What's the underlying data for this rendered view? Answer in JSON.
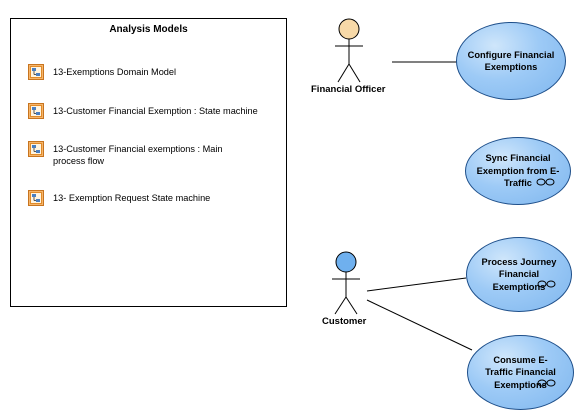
{
  "analysis_models": {
    "title": "Analysis Models",
    "items": [
      {
        "label": "13-Exemptions Domain Model",
        "icon": "diagram-icon"
      },
      {
        "label": "13-Customer Financial Exemption : State machine",
        "icon": "diagram-icon"
      },
      {
        "label": "13-Customer Financial exemptions : Main process flow",
        "icon": "diagram-icon"
      },
      {
        "label": "13- Exemption Request State machine",
        "icon": "diagram-icon"
      }
    ]
  },
  "actors": {
    "financial_officer": {
      "label": "Financial Officer",
      "head_color": "#f7d9a8"
    },
    "customer": {
      "label": "Customer",
      "head_color": "#6fb0ee"
    }
  },
  "use_cases": {
    "configure": {
      "label": "Configure Financial Exemptions"
    },
    "sync": {
      "label": "Sync Financial Exemption from E-Traffic",
      "has_link_icon": true
    },
    "process": {
      "label": "Process Journey Financial Exemptions",
      "has_link_icon": true
    },
    "consume": {
      "label": "Consume E-Traffic Financial Exemptions",
      "has_link_icon": true
    }
  },
  "colors": {
    "usecase_fill": "#9dcaf6",
    "usecase_border": "#1e4f8a",
    "icon_orange": "#f29b2f",
    "icon_blue": "#4a7fc1"
  }
}
